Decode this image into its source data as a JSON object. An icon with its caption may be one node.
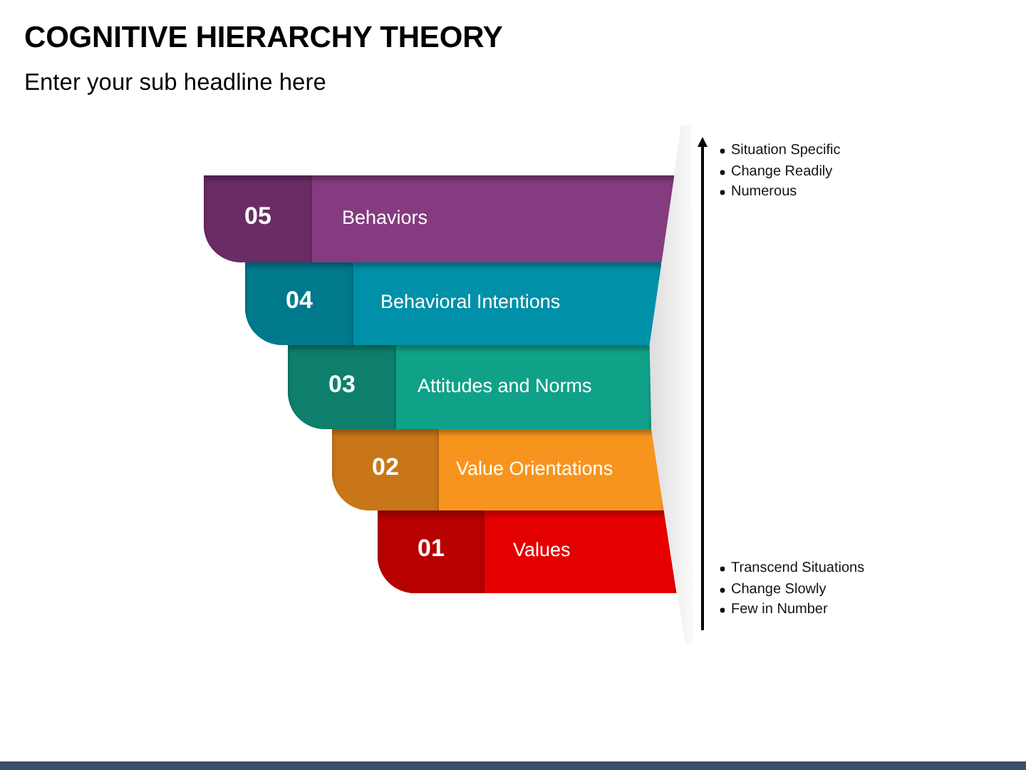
{
  "diagram": {
    "title": "COGNITIVE HIERARCHY THEORY",
    "nodes": [
      {
        "text": [
          "05",
          "Behaviors"
        ]
      },
      {
        "text": [
          "04",
          "Behavioral Intentions"
        ]
      },
      {
        "text": [
          "03",
          "Attitudes and Norms"
        ]
      },
      {
        "text": [
          "02",
          "Value Orientations"
        ]
      },
      {
        "text": [
          "01",
          "Values"
        ]
      }
    ],
    "labels": [
      "Enter your sub headline here",
      "Situation Specific",
      "Change Readily",
      "Numerous",
      "Transcend Situations",
      "Change Slowly",
      "Few in Number"
    ]
  }
}
